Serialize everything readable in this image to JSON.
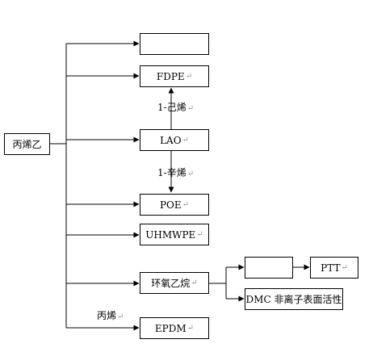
{
  "root": {
    "label": "丙烯乙"
  },
  "boxes": {
    "empty_top": "",
    "fdpe": "FDPE",
    "lao": "LAO",
    "poe": "POE",
    "uhmwpe": "UHMWPE",
    "epoxyethane": "环氧乙烷",
    "empty_mid": "",
    "ptt": "PTT",
    "dmc": "DMC 非离子表面活性",
    "epdm": "EPDM"
  },
  "edge_labels": {
    "hexene": "1-己烯",
    "octene": "1-辛烯",
    "propylene": "丙烯"
  },
  "paragraph_mark": "↵"
}
